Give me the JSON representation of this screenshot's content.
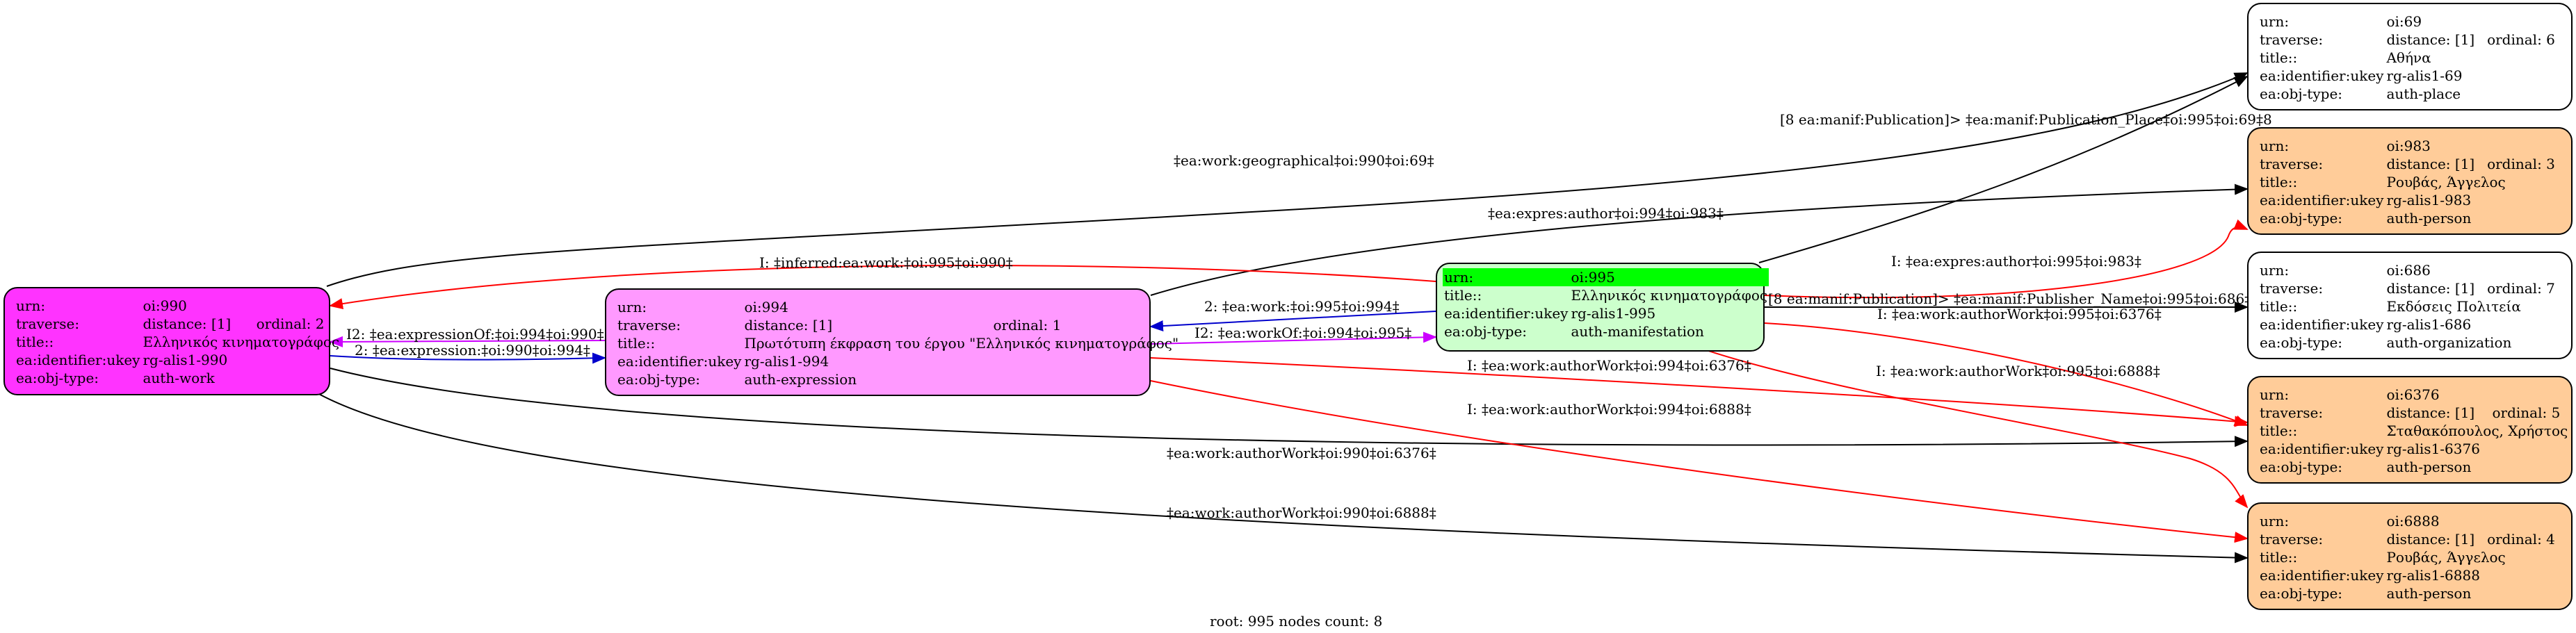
{
  "labels": {
    "urn": "urn:",
    "traverse": "traverse:",
    "title": "title::",
    "identifier": "ea:identifier:ukey",
    "objtype": "ea:obj-type:"
  },
  "nodes": {
    "n990": {
      "urn": "oi:990",
      "distance": "distance: [1]",
      "ordinal": "ordinal: 2",
      "title": "Ελληνικός κινηματογράφος",
      "ukey": "rg-alis1-990",
      "type": "auth-work",
      "color": "#ff33ff"
    },
    "n994": {
      "urn": "oi:994",
      "distance": "distance: [1]",
      "ordinal": "ordinal: 1",
      "title": "Πρωτότυπη έκφραση του έργου \"Ελληνικός κινηματογράφος\"",
      "ukey": "rg-alis1-994",
      "type": "auth-expression",
      "color": "#ff99ff"
    },
    "n995": {
      "urn": "oi:995",
      "title": "Ελληνικός κινηματογράφος",
      "ukey": "rg-alis1-995",
      "type": "auth-manifestation",
      "color": "#ccffcc",
      "highlight": "#00ff00"
    },
    "n69": {
      "urn": "oi:69",
      "distance": "distance: [1]",
      "ordinal": "ordinal: 6",
      "title": "Αθήνα",
      "ukey": "rg-alis1-69",
      "type": "auth-place",
      "color": "#ffffff"
    },
    "n983": {
      "urn": "oi:983",
      "distance": "distance: [1]",
      "ordinal": "ordinal: 3",
      "title": "Ρουβάς, Άγγελος",
      "ukey": "rg-alis1-983",
      "type": "auth-person",
      "color": "#ffcc99"
    },
    "n686": {
      "urn": "oi:686",
      "distance": "distance: [1]",
      "ordinal": "ordinal: 7",
      "title": "Εκδόσεις Πολιτεία",
      "ukey": "rg-alis1-686",
      "type": "auth-organization",
      "color": "#ffffff"
    },
    "n6376": {
      "urn": "oi:6376",
      "distance": "distance: [1]",
      "ordinal": "ordinal: 5",
      "title": "Σταθακόπουλος, Χρήστος",
      "ukey": "rg-alis1-6376",
      "type": "auth-person",
      "color": "#ffcc99"
    },
    "n6888": {
      "urn": "oi:6888",
      "distance": "distance: [1]",
      "ordinal": "ordinal: 4",
      "title": "Ρουβάς, Άγγελος",
      "ukey": "rg-alis1-6888",
      "type": "auth-person",
      "color": "#ffcc99"
    }
  },
  "edges": [
    {
      "label": "‡ea:work:geographical‡oi:990‡oi:69‡",
      "color": "#000000"
    },
    {
      "label": "[8 ea:manif:Publication]> ‡ea:manif:Publication_Place‡oi:995‡oi:69‡8",
      "color": "#000000"
    },
    {
      "label": "‡ea:expres:author‡oi:994‡oi:983‡",
      "color": "#000000"
    },
    {
      "label": "I: ‡inferred:ea:work:‡oi:995‡oi:990‡",
      "color": "#ff0000"
    },
    {
      "label": "I: ‡ea:expres:author‡oi:995‡oi:983‡",
      "color": "#ff0000"
    },
    {
      "label": "2: ‡ea:work:‡oi:995‡oi:994‡",
      "color": "#0000cc"
    },
    {
      "label": "I2: ‡ea:workOf:‡oi:994‡oi:995‡",
      "color": "#cc00ff"
    },
    {
      "label": "I2: ‡ea:expressionOf:‡oi:994‡oi:990‡",
      "color": "#cc00ff"
    },
    {
      "label": "2: ‡ea:expression:‡oi:990‡oi:994‡",
      "color": "#0000cc"
    },
    {
      "label": "[8 ea:manif:Publication]> ‡ea:manif:Publisher_Name‡oi:995‡oi:686‡8",
      "color": "#000000"
    },
    {
      "label": "I: ‡ea:work:authorWork‡oi:995‡oi:6376‡",
      "color": "#ff0000"
    },
    {
      "label": "I: ‡ea:work:authorWork‡oi:994‡oi:6376‡",
      "color": "#ff0000"
    },
    {
      "label": "I: ‡ea:work:authorWork‡oi:994‡oi:6888‡",
      "color": "#ff0000"
    },
    {
      "label": "I: ‡ea:work:authorWork‡oi:995‡oi:6888‡",
      "color": "#ff0000"
    },
    {
      "label": "‡ea:work:authorWork‡oi:990‡oi:6376‡",
      "color": "#000000"
    },
    {
      "label": "‡ea:work:authorWork‡oi:990‡oi:6888‡",
      "color": "#000000"
    }
  ],
  "footer": "root: 995 nodes count: 8"
}
